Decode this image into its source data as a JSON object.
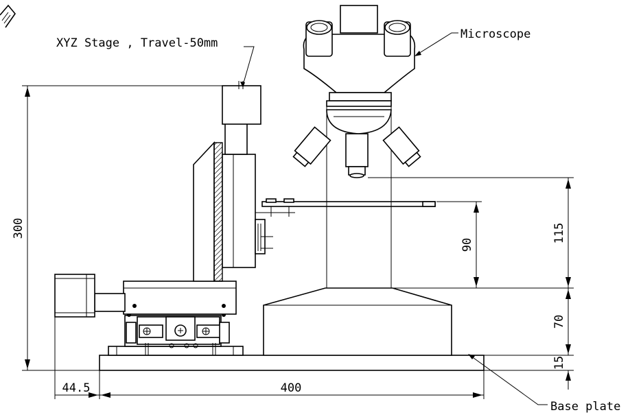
{
  "labels": {
    "xyz_stage": "XYZ Stage , Travel-50mm",
    "microscope": "Microscope",
    "base_plate": "Base plate"
  },
  "dimensions": {
    "total_height": "300",
    "objective_to_sample": "115",
    "sample_height": "90",
    "pedestal_height": "70",
    "base_thickness": "15",
    "base_length": "400",
    "offset": "44.5"
  }
}
